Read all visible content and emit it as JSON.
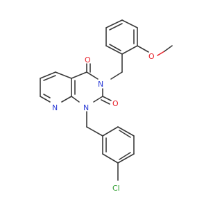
{
  "molecule": {
    "atoms": [
      {
        "id": "o-ether",
        "label": "O",
        "color": "#e8212a"
      },
      {
        "id": "o-carbonyl-4",
        "label": "O",
        "color": "#e8212a"
      },
      {
        "id": "o-carbonyl-2",
        "label": "O",
        "color": "#e8212a"
      },
      {
        "id": "n-3",
        "label": "N",
        "color": "#2a3bd6"
      },
      {
        "id": "n-1",
        "label": "N",
        "color": "#2a3bd6"
      },
      {
        "id": "n-pyridine",
        "label": "N",
        "color": "#2a3bd6"
      },
      {
        "id": "cl",
        "label": "Cl",
        "color": "#2e9e2e"
      }
    ]
  }
}
